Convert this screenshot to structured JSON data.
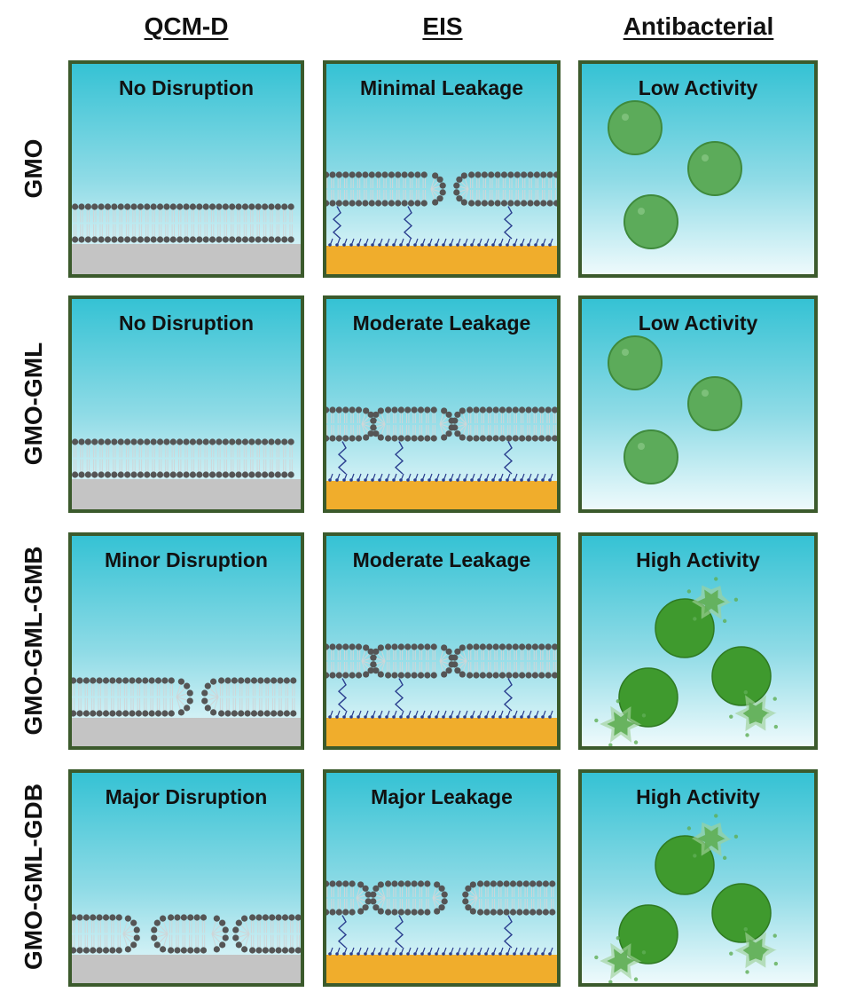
{
  "columns": [
    "QCM-D",
    "EIS",
    "Antibacterial"
  ],
  "rows": [
    {
      "label": "GMO",
      "qcm": {
        "title": "No Disruption",
        "disruption": 0
      },
      "eis": {
        "title": "Minimal Leakage",
        "leakage": 1
      },
      "antibacterial": {
        "title": "Low Activity",
        "activity": "low"
      }
    },
    {
      "label": "GMO-GML",
      "qcm": {
        "title": "No Disruption",
        "disruption": 0
      },
      "eis": {
        "title": "Moderate Leakage",
        "leakage": 2
      },
      "antibacterial": {
        "title": "Low Activity",
        "activity": "low"
      }
    },
    {
      "label": "GMO-GML-GMB",
      "qcm": {
        "title": "Minor Disruption",
        "disruption": 1
      },
      "eis": {
        "title": "Moderate Leakage",
        "leakage": 2
      },
      "antibacterial": {
        "title": "High Activity",
        "activity": "high"
      }
    },
    {
      "label": "GMO-GML-GDB",
      "qcm": {
        "title": "Major Disruption",
        "disruption": 2
      },
      "eis": {
        "title": "Major Leakage",
        "leakage": 3
      },
      "antibacterial": {
        "title": "High Activity",
        "activity": "high"
      }
    }
  ],
  "colors": {
    "panel_border": "#3b5a2c",
    "water_top": "#35c2d4",
    "water_bottom": "#eefafc",
    "lipid_head": "#555555",
    "lipid_tail": "#cfd6d8",
    "qcm_substrate": "#c4c4c4",
    "eis_substrate": "#f0ad2c",
    "tether": "#2b3f8f",
    "bacteria_intact": "#5cab5a",
    "bacteria_lysed": "#3f9a2e"
  }
}
